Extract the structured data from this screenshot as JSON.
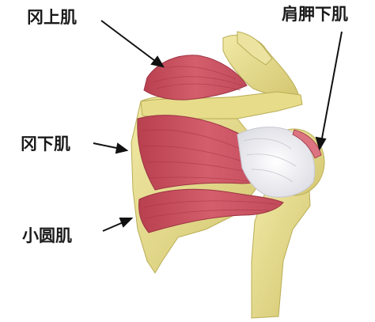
{
  "labels": {
    "supraspinatus": "冈上肌",
    "subscapularis": "肩胛下肌",
    "infraspinatus": "冈下肌",
    "teres_minor": "小圆肌"
  },
  "colors": {
    "muscle": "#c94e5e",
    "muscle_dark": "#a8364a",
    "muscle_light": "#e0848f",
    "bone": "#e8df8e",
    "bone_shadow": "#c8bb5f",
    "tendon": "#f2f2f4",
    "text": "#1a1a1a",
    "background": "#ffffff"
  }
}
